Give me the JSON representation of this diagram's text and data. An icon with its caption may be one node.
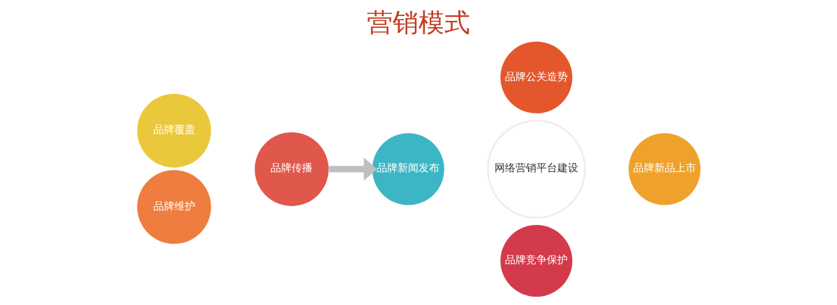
{
  "diagram": {
    "title": "营销模式",
    "nodes": [
      {
        "text": [
          "品牌覆盖"
        ]
      },
      {
        "text": [
          "品牌维护"
        ]
      },
      {
        "text": [
          "品牌传播"
        ]
      },
      {
        "text": [
          "品牌公关造势"
        ]
      },
      {
        "text": [
          "网络营销平台建设"
        ]
      },
      {
        "text": [
          "品牌新闻发布"
        ]
      },
      {
        "text": [
          "品牌新品上市"
        ]
      },
      {
        "text": [
          "品牌竞争保护"
        ]
      }
    ],
    "edges": [
      {
        "from": 2,
        "to": 5,
        "arrow": "to",
        "color": "#bfbfbf"
      }
    ]
  }
}
